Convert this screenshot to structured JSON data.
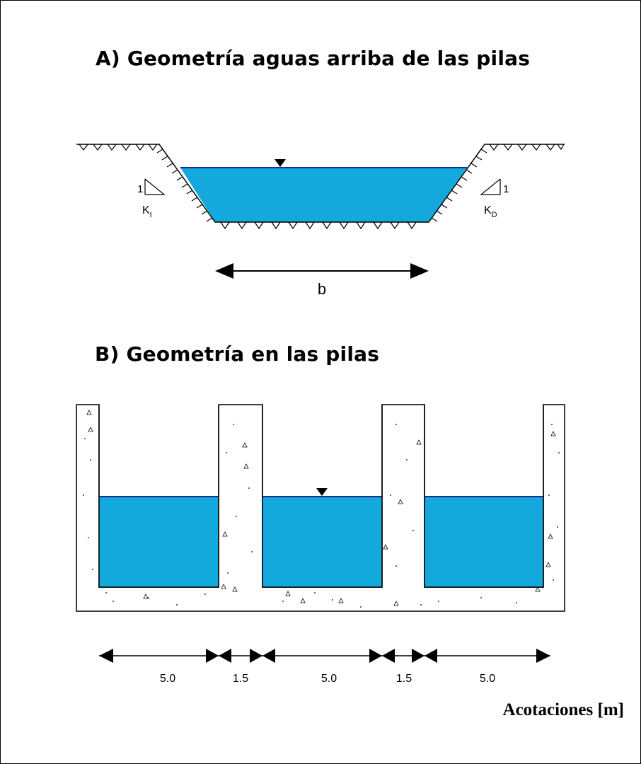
{
  "section_a": {
    "title": "A)  Geometría aguas arriba de las pilas",
    "slope_left_rise": "1",
    "slope_left_label": "K",
    "slope_left_sub": "I",
    "slope_right_rise": "1",
    "slope_right_label": "K",
    "slope_right_sub": "D",
    "width_label": "b"
  },
  "section_b": {
    "title": "B)  Geometría en las pilas",
    "dimensions": [
      "5.0",
      "1.5",
      "5.0",
      "1.5",
      "5.0"
    ]
  },
  "footer": {
    "units_note": "Acotaciones [m]"
  },
  "colors": {
    "water": "#14a9dc",
    "water_surface": "#1a2a9c",
    "line": "#000000"
  }
}
